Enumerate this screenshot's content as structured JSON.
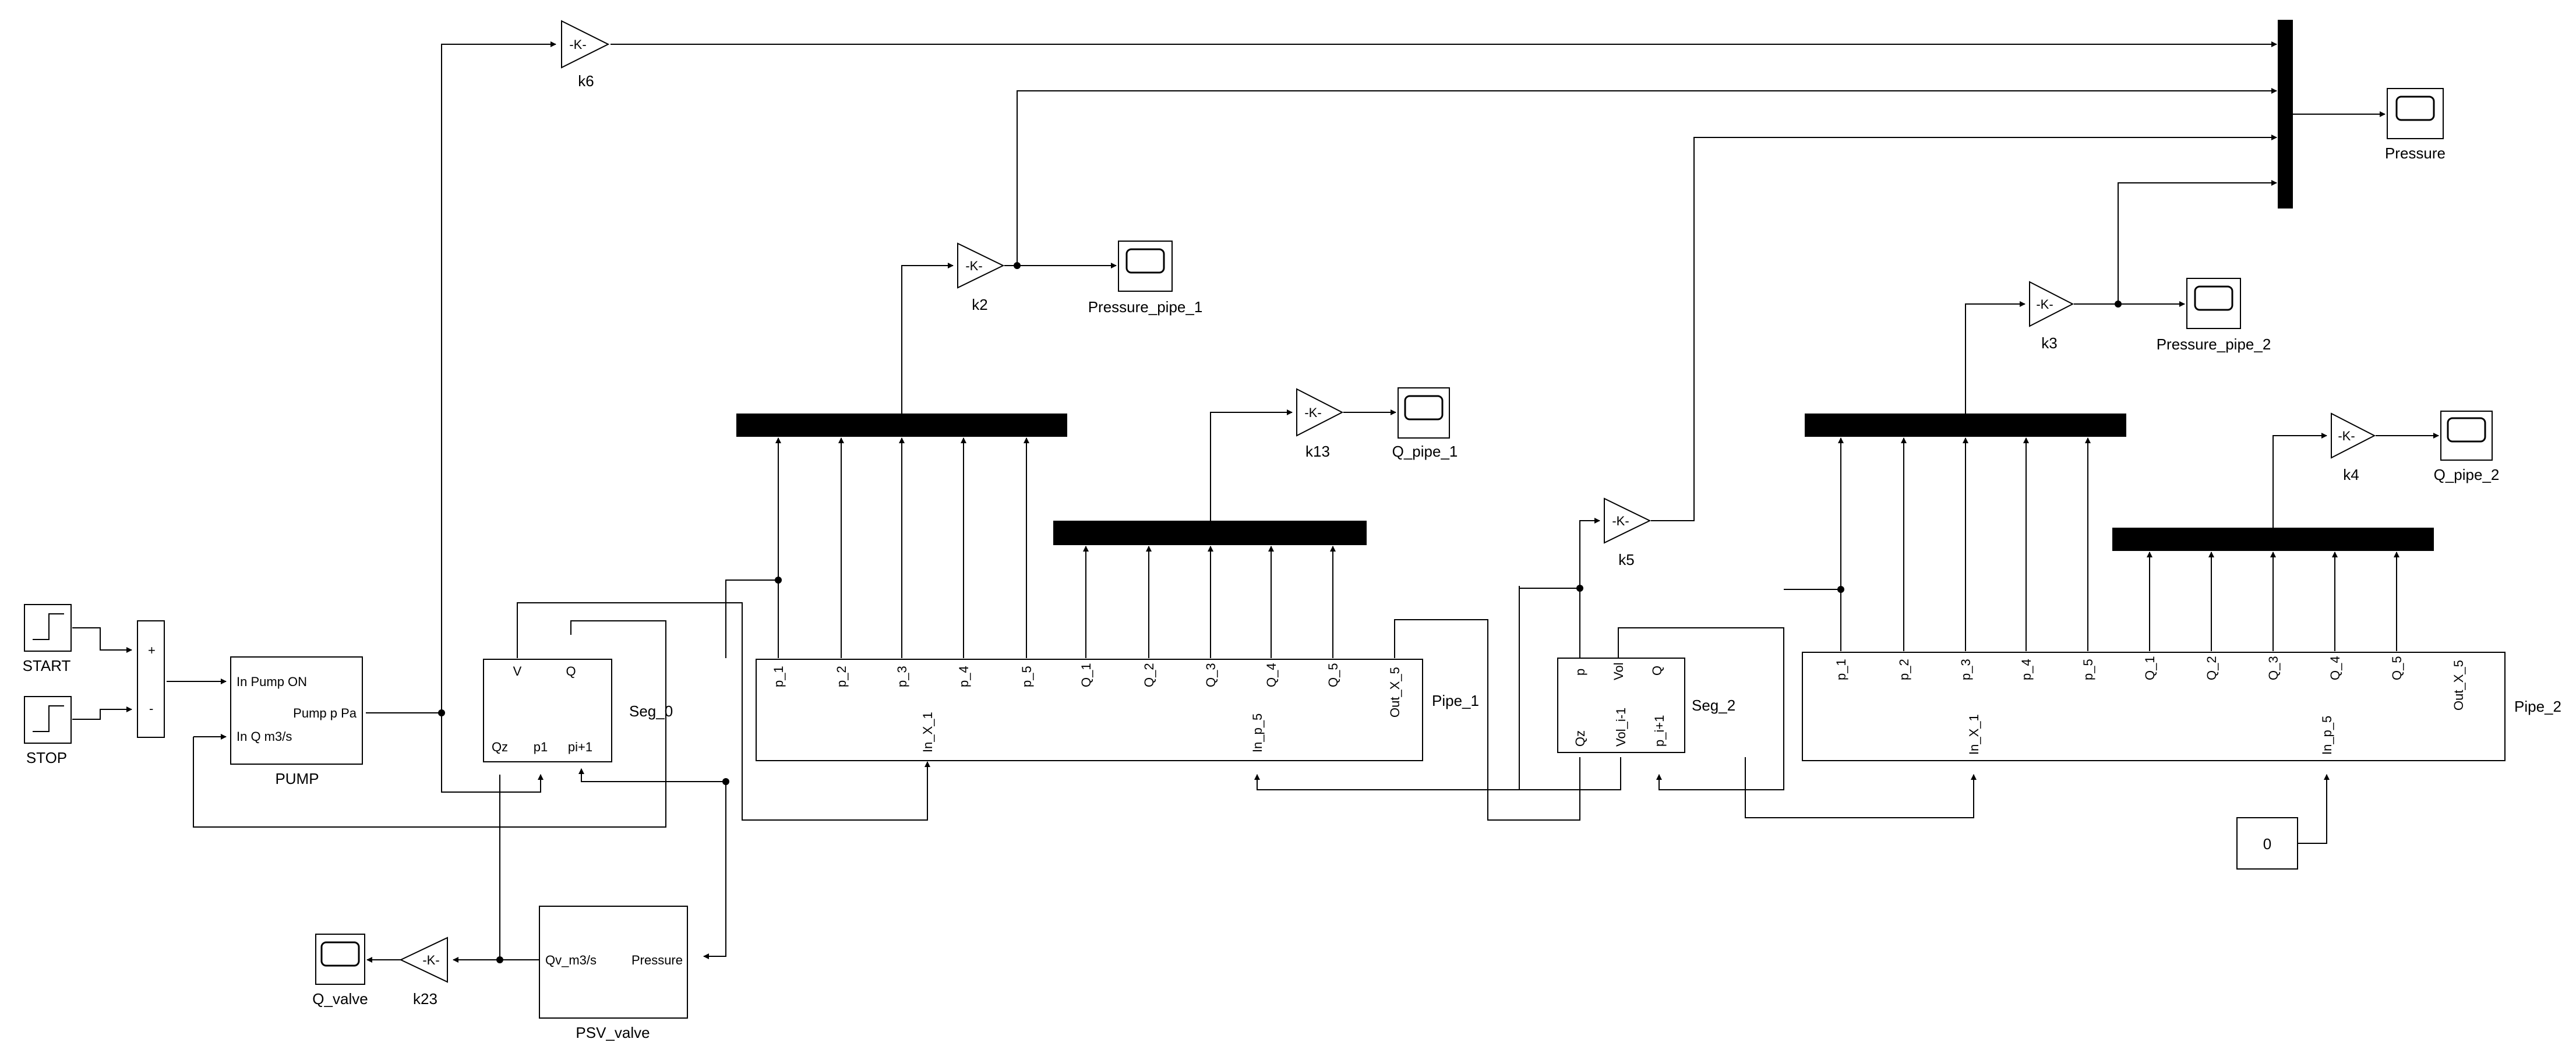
{
  "blocks": {
    "start": "START",
    "stop": "STOP",
    "sum_plus": "+",
    "sum_minus": "-",
    "pump": {
      "name": "PUMP",
      "in1": "In Pump ON",
      "in2": "In Q m3/s",
      "out": "Pump p Pa"
    },
    "seg0": {
      "name": "Seg_0",
      "ports": [
        "V",
        "Q",
        "Qz",
        "p1",
        "pi+1"
      ]
    },
    "pipe1": {
      "name": "Pipe_1",
      "ports": [
        "p_1",
        "p_2",
        "p_3",
        "p_4",
        "p_5",
        "Q_1",
        "Q_2",
        "Q_3",
        "Q_4",
        "Q_5",
        "Out_X_5"
      ],
      "in1": "In_X_1",
      "in2": "In_p_5"
    },
    "seg2": {
      "name": "Seg_2",
      "ports": [
        "p",
        "Vol",
        "Q",
        "Qz",
        "Vol_i-1",
        "p_i+1"
      ]
    },
    "pipe2": {
      "name": "Pipe_2",
      "ports": [
        "p_1",
        "p_2",
        "p_3",
        "p_4",
        "p_5",
        "Q_1",
        "Q_2",
        "Q_3",
        "Q_4",
        "Q_5",
        "Out_X_5"
      ],
      "in1": "In_X_1",
      "in2": "In_p_5"
    },
    "psv": {
      "name": "PSV_valve",
      "in": "Pressure",
      "out": "Qv_m3/s"
    },
    "constant": "0"
  },
  "gains": {
    "symbol": "-K-",
    "k6": "k6",
    "k2": "k2",
    "k13": "k13",
    "k5": "k5",
    "k3": "k3",
    "k4": "k4",
    "k23": "k23"
  },
  "scopes": {
    "pressure": "Pressure",
    "pressure_pipe_1": "Pressure_pipe_1",
    "q_pipe_1": "Q_pipe_1",
    "pressure_pipe_2": "Pressure_pipe_2",
    "q_pipe_2": "Q_pipe_2",
    "q_valve": "Q_valve"
  }
}
